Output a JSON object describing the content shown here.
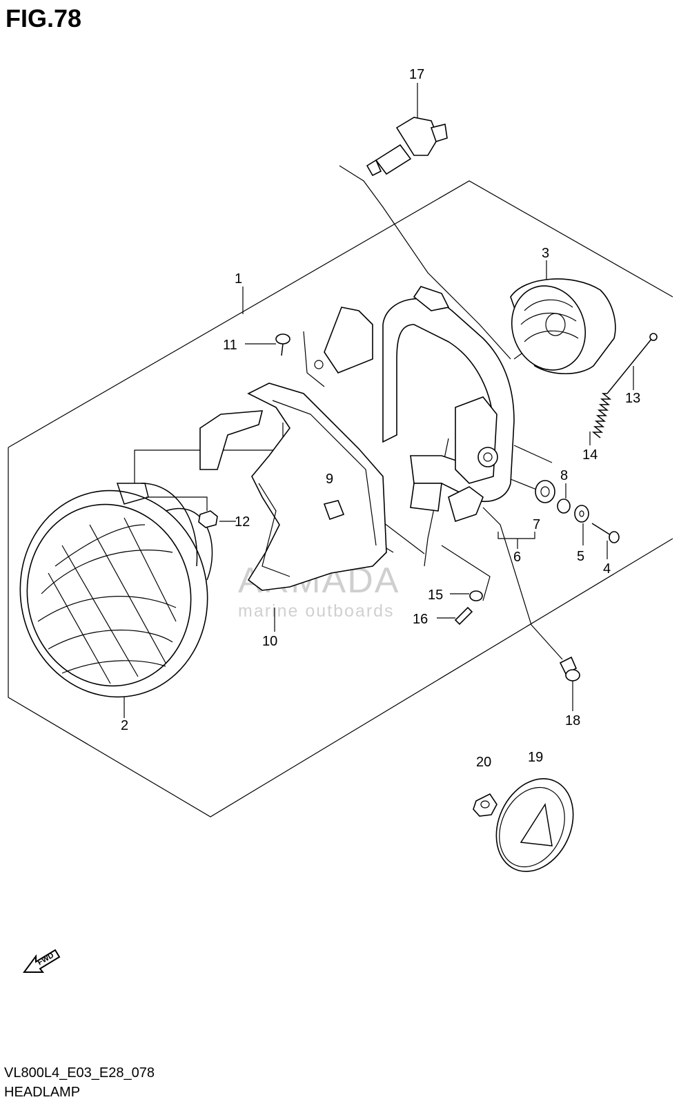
{
  "figure": {
    "title": "FIG.78",
    "model_code": "VL800L4_E03_E28_078",
    "assembly_name": "HEADLAMP"
  },
  "watermark": {
    "brand": "ARMADA",
    "tagline": "marine outboards",
    "color_text": "#c8c8c8",
    "color_logo": "#e8a8c8"
  },
  "direction_marker": {
    "text": "FWD",
    "icon": "forward-arrow-icon"
  },
  "callouts": [
    {
      "number": "1"
    },
    {
      "number": "2"
    },
    {
      "number": "3"
    },
    {
      "number": "4"
    },
    {
      "number": "5"
    },
    {
      "number": "6"
    },
    {
      "number": "7"
    },
    {
      "number": "7"
    },
    {
      "number": "8"
    },
    {
      "number": "9"
    },
    {
      "number": "10"
    },
    {
      "number": "11"
    },
    {
      "number": "12"
    },
    {
      "number": "13"
    },
    {
      "number": "14"
    },
    {
      "number": "15"
    },
    {
      "number": "16"
    },
    {
      "number": "17"
    },
    {
      "number": "18"
    },
    {
      "number": "19"
    },
    {
      "number": "20"
    }
  ]
}
